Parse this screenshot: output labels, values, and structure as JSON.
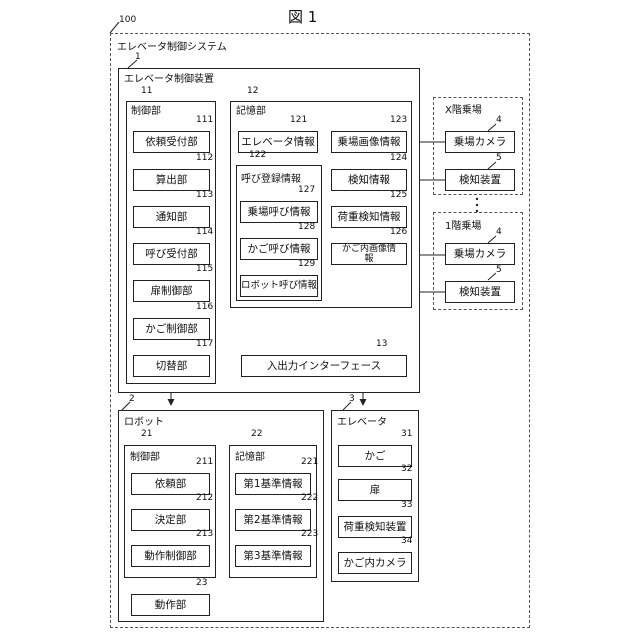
{
  "figure": {
    "title": "図 1"
  },
  "system": {
    "ref": "100",
    "label": "エレベータ制御システム"
  },
  "controller": {
    "ref": "1",
    "label": "エレベータ制御装置",
    "control": {
      "ref": "11",
      "label": "制御部",
      "units": [
        {
          "ref": "111",
          "label": "依頼受付部"
        },
        {
          "ref": "112",
          "label": "算出部"
        },
        {
          "ref": "113",
          "label": "通知部"
        },
        {
          "ref": "114",
          "label": "呼び受付部"
        },
        {
          "ref": "115",
          "label": "扉制御部"
        },
        {
          "ref": "116",
          "label": "かご制御部"
        },
        {
          "ref": "117",
          "label": "切替部"
        }
      ]
    },
    "storage": {
      "ref": "12",
      "label": "記憶部",
      "elevator_info": {
        "ref": "121",
        "label": "エレベータ情報"
      },
      "call_registration": {
        "ref": "122",
        "label": "呼び登録情報",
        "items": [
          {
            "ref": "127",
            "label": "乗場呼び情報"
          },
          {
            "ref": "128",
            "label": "かご呼び情報"
          },
          {
            "ref": "129",
            "label": "ロボット呼び情報"
          }
        ]
      },
      "right_items": [
        {
          "ref": "123",
          "label": "乗場画像情報"
        },
        {
          "ref": "124",
          "label": "検知情報"
        },
        {
          "ref": "125",
          "label": "荷重検知情報"
        },
        {
          "ref": "126",
          "label": "かご内画像情報"
        }
      ]
    },
    "io": {
      "ref": "13",
      "label": "入出力インターフェース"
    }
  },
  "halls": [
    {
      "label": "X階乗場",
      "camera": {
        "ref": "4",
        "label": "乗場カメラ"
      },
      "detector": {
        "ref": "5",
        "label": "検知装置"
      }
    },
    {
      "label": "1階乗場",
      "camera": {
        "ref": "4",
        "label": "乗場カメラ"
      },
      "detector": {
        "ref": "5",
        "label": "検知装置"
      }
    }
  ],
  "robot": {
    "ref": "2",
    "label": "ロボット",
    "control": {
      "ref": "21",
      "label": "制御部",
      "units": [
        {
          "ref": "211",
          "label": "依頼部"
        },
        {
          "ref": "212",
          "label": "決定部"
        },
        {
          "ref": "213",
          "label": "動作制御部"
        }
      ]
    },
    "storage": {
      "ref": "22",
      "label": "記憶部",
      "units": [
        {
          "ref": "221",
          "label": "第1基準情報"
        },
        {
          "ref": "222",
          "label": "第2基準情報"
        },
        {
          "ref": "223",
          "label": "第3基準情報"
        }
      ]
    },
    "actuator": {
      "ref": "23",
      "label": "動作部"
    }
  },
  "elevator": {
    "ref": "3",
    "label": "エレベータ",
    "units": [
      {
        "ref": "31",
        "label": "かご"
      },
      {
        "ref": "32",
        "label": "扉"
      },
      {
        "ref": "33",
        "label": "荷重検知装置"
      },
      {
        "ref": "34",
        "label": "かご内カメラ"
      }
    ]
  }
}
